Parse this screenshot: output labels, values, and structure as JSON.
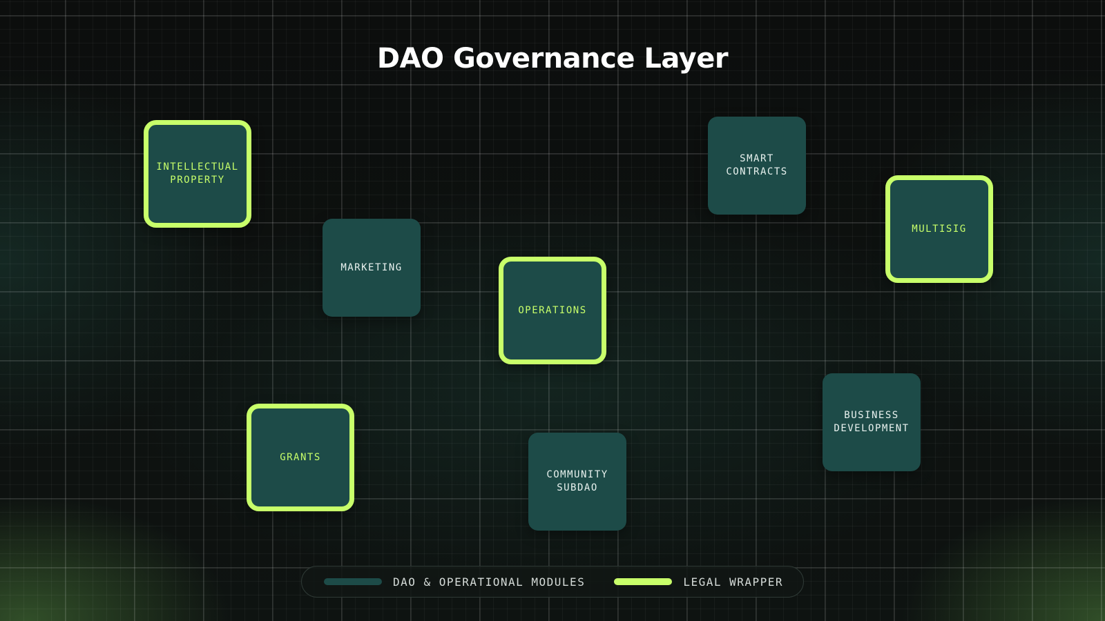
{
  "title": "DAO Governance Layer",
  "colors": {
    "module_fill": "#1d4b48",
    "legal_wrapper": "#c8ff6a",
    "background": "#0b0d0c"
  },
  "nodes": [
    {
      "id": "intellectual-property",
      "label": "INTELLECTUAL\nPROPERTY",
      "type": "legal_wrapper"
    },
    {
      "id": "marketing",
      "label": "MARKETING",
      "type": "module"
    },
    {
      "id": "operations",
      "label": "OPERATIONS",
      "type": "legal_wrapper"
    },
    {
      "id": "smart-contracts",
      "label": "SMART\nCONTRACTS",
      "type": "module"
    },
    {
      "id": "multisig",
      "label": "MULTISIG",
      "type": "legal_wrapper"
    },
    {
      "id": "grants",
      "label": "GRANTS",
      "type": "legal_wrapper"
    },
    {
      "id": "community-subdao",
      "label": "COMMUNITY\nSUBDAO",
      "type": "module"
    },
    {
      "id": "business-development",
      "label": "BUSINESS\nDEVELOPMENT",
      "type": "module"
    }
  ],
  "legend": {
    "modules_label": "DAO & OPERATIONAL MODULES",
    "legal_label": "LEGAL WRAPPER"
  }
}
